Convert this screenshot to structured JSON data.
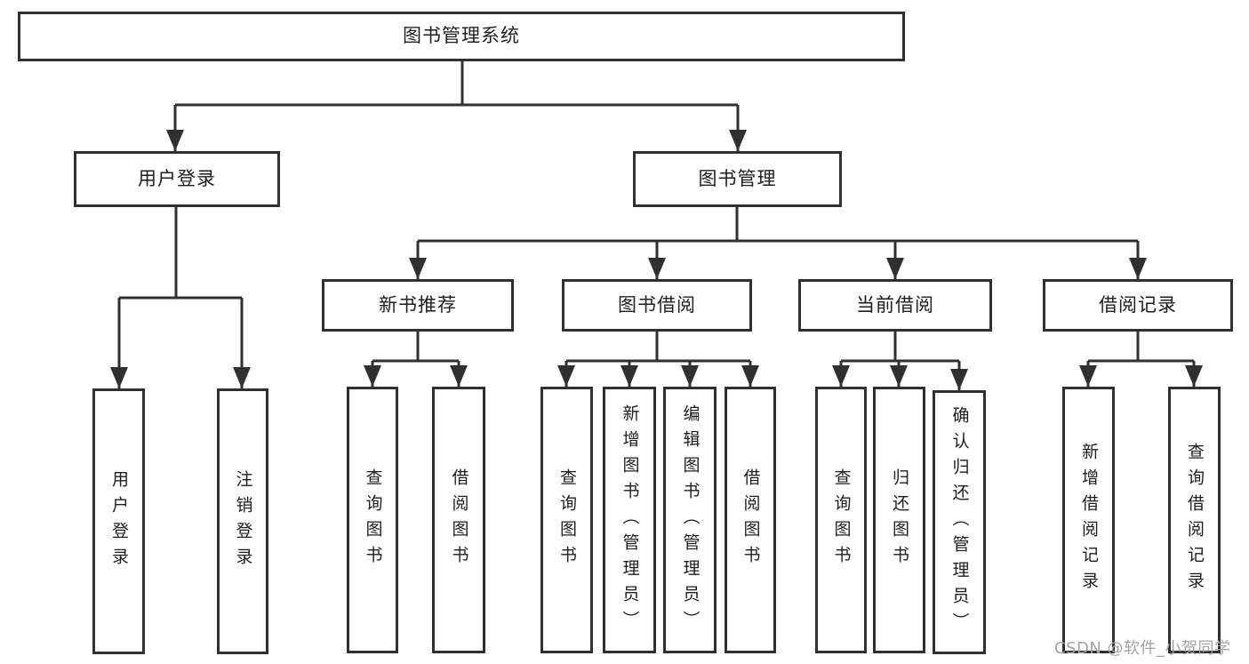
{
  "tree": {
    "label": "图书管理系统",
    "children": [
      {
        "label": "用户登录",
        "children": [
          {
            "label": "用户登录"
          },
          {
            "label": "注销登录"
          }
        ]
      },
      {
        "label": "图书管理",
        "children": [
          {
            "label": "新书推荐",
            "children": [
              {
                "label": "查询图书"
              },
              {
                "label": "借阅图书"
              }
            ]
          },
          {
            "label": "图书借阅",
            "children": [
              {
                "label": "查询图书"
              },
              {
                "label": "新增图书（管理员）"
              },
              {
                "label": "编辑图书（管理员）"
              },
              {
                "label": "借阅图书"
              }
            ]
          },
          {
            "label": "当前借阅",
            "children": [
              {
                "label": "查询图书"
              },
              {
                "label": "归还图书"
              },
              {
                "label": "确认归还（管理员）"
              }
            ]
          },
          {
            "label": "借阅记录",
            "children": [
              {
                "label": "新增借阅记录"
              },
              {
                "label": "查询借阅记录"
              }
            ]
          }
        ]
      }
    ]
  },
  "watermark": "CSDN @软件_小贺同学",
  "colors": {
    "line": "#303030",
    "text": "#1e1e1e",
    "watermark": "#a3a3a3",
    "background": "#ffffff"
  }
}
